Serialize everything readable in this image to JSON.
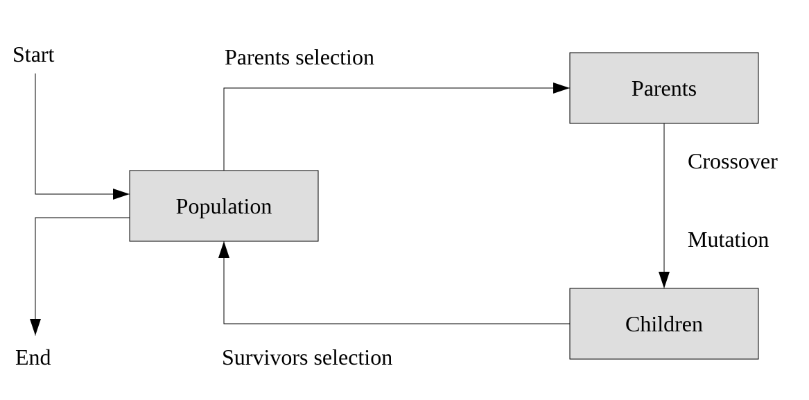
{
  "diagram": {
    "colors": {
      "box_fill": "#dedede",
      "stroke": "#000000",
      "background": "#ffffff"
    },
    "nodes": {
      "start": "Start",
      "end": "End",
      "population": "Population",
      "parents": "Parents",
      "children": "Children"
    },
    "edge_labels": {
      "parents_selection": "Parents selection",
      "crossover": "Crossover",
      "mutation": "Mutation",
      "survivors_selection": "Survivors selection"
    }
  }
}
